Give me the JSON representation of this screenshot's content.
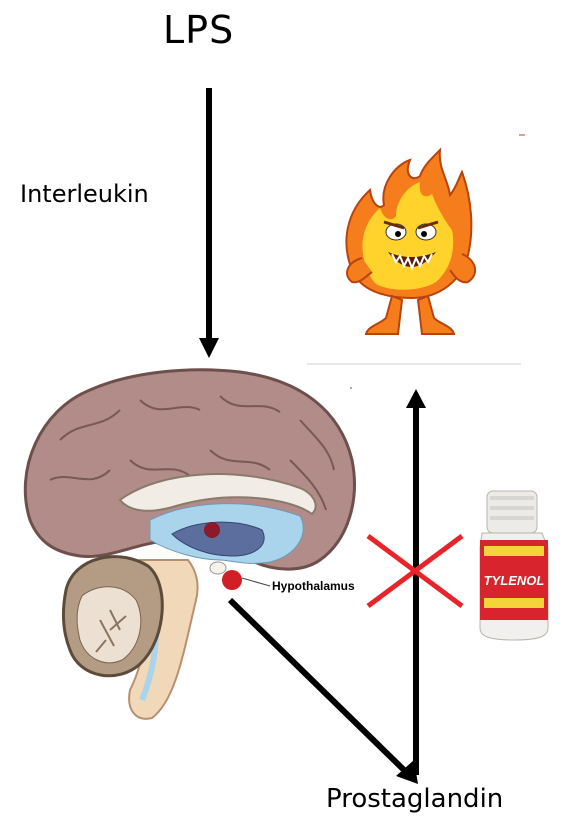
{
  "labels": {
    "top": "LPS",
    "left": "Interleukin",
    "bottom": "Prostaglandin",
    "brain_region": "Hypothalamus",
    "bottle_brand": "TYLENOL"
  },
  "icons": {
    "fire": "fire-mascot-icon",
    "brain": "brain-cross-section-icon",
    "bottle": "pill-bottle-icon",
    "block": "red-x-icon"
  },
  "colors": {
    "arrow": "#000000",
    "block_x": "#e8242a",
    "hypothalamus": "#d11f26",
    "fire_outer": "#f57d1c",
    "fire_inner": "#ffd32b"
  }
}
